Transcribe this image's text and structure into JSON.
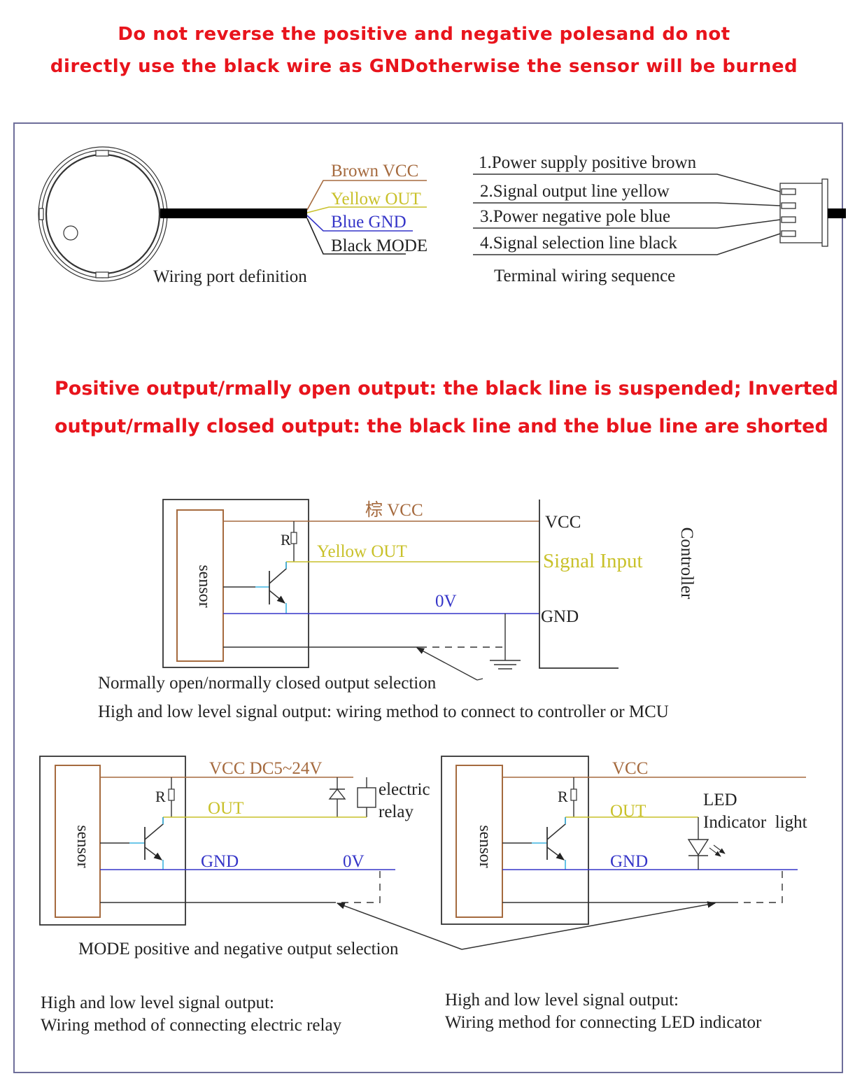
{
  "colors": {
    "warning_red": "#e8141c",
    "brown": "#a56a3e",
    "yellow": "#c9c12a",
    "blue": "#3535c8",
    "cyan": "#3cb4e0",
    "black": "#222222",
    "frame": "#6e6e9a"
  },
  "warning_top": {
    "line1": "Do not reverse the positive and negative polesand do not",
    "line2": "directly use the black wire as GNDotherwise the sensor will be burned"
  },
  "wiring_port": {
    "caption": "Wiring port definition",
    "wires": [
      {
        "label": "Brown VCC",
        "color": "brown"
      },
      {
        "label": "Yellow OUT",
        "color": "yellow"
      },
      {
        "label": "Blue GND",
        "color": "blue"
      },
      {
        "label": "Black MODE",
        "color": "black"
      }
    ]
  },
  "terminal": {
    "caption": "Terminal wiring sequence",
    "pins": [
      "1.Power supply positive brown",
      "2.Signal output line yellow",
      "3.Power negative pole blue",
      "4.Signal selection line black"
    ]
  },
  "warning_mid": {
    "line1": "Positive output/rmally open output: the black line is suspended; Inverted",
    "line2": "output/rmally closed output: the black line and the blue line are shorted"
  },
  "controller_circuit": {
    "sensor_label": "sensor",
    "resistor_label": "R",
    "vcc_wire_label": "棕 VCC",
    "out_wire_label": "Yellow OUT",
    "gnd_wire_label": "0V",
    "controller_label": "Controller",
    "pins": {
      "vcc": "VCC",
      "signal": "Signal Input",
      "gnd": "GND"
    },
    "selection_caption": "Normally open/normally closed output selection",
    "caption": "High and low level signal output: wiring method to connect to controller or MCU"
  },
  "relay_circuit": {
    "sensor_label": "sensor",
    "resistor_label": "R",
    "vcc_label": "VCC DC5~24V",
    "out_label": "OUT",
    "gnd_label": "GND",
    "zero_v_label": "0V",
    "relay_label_1": "electric",
    "relay_label_2": "relay",
    "caption_1": "High and low level signal output:",
    "caption_2": "Wiring method of connecting electric relay"
  },
  "led_circuit": {
    "sensor_label": "sensor",
    "resistor_label": "R",
    "vcc_label": "VCC",
    "out_label": "OUT",
    "gnd_label": "GND",
    "led_label_1": "LED",
    "led_label_2": "Indicator  light",
    "caption_1": "High and low level signal output:",
    "caption_2": "Wiring method for connecting LED indicator"
  },
  "mode_caption": "MODE positive and negative output selection"
}
